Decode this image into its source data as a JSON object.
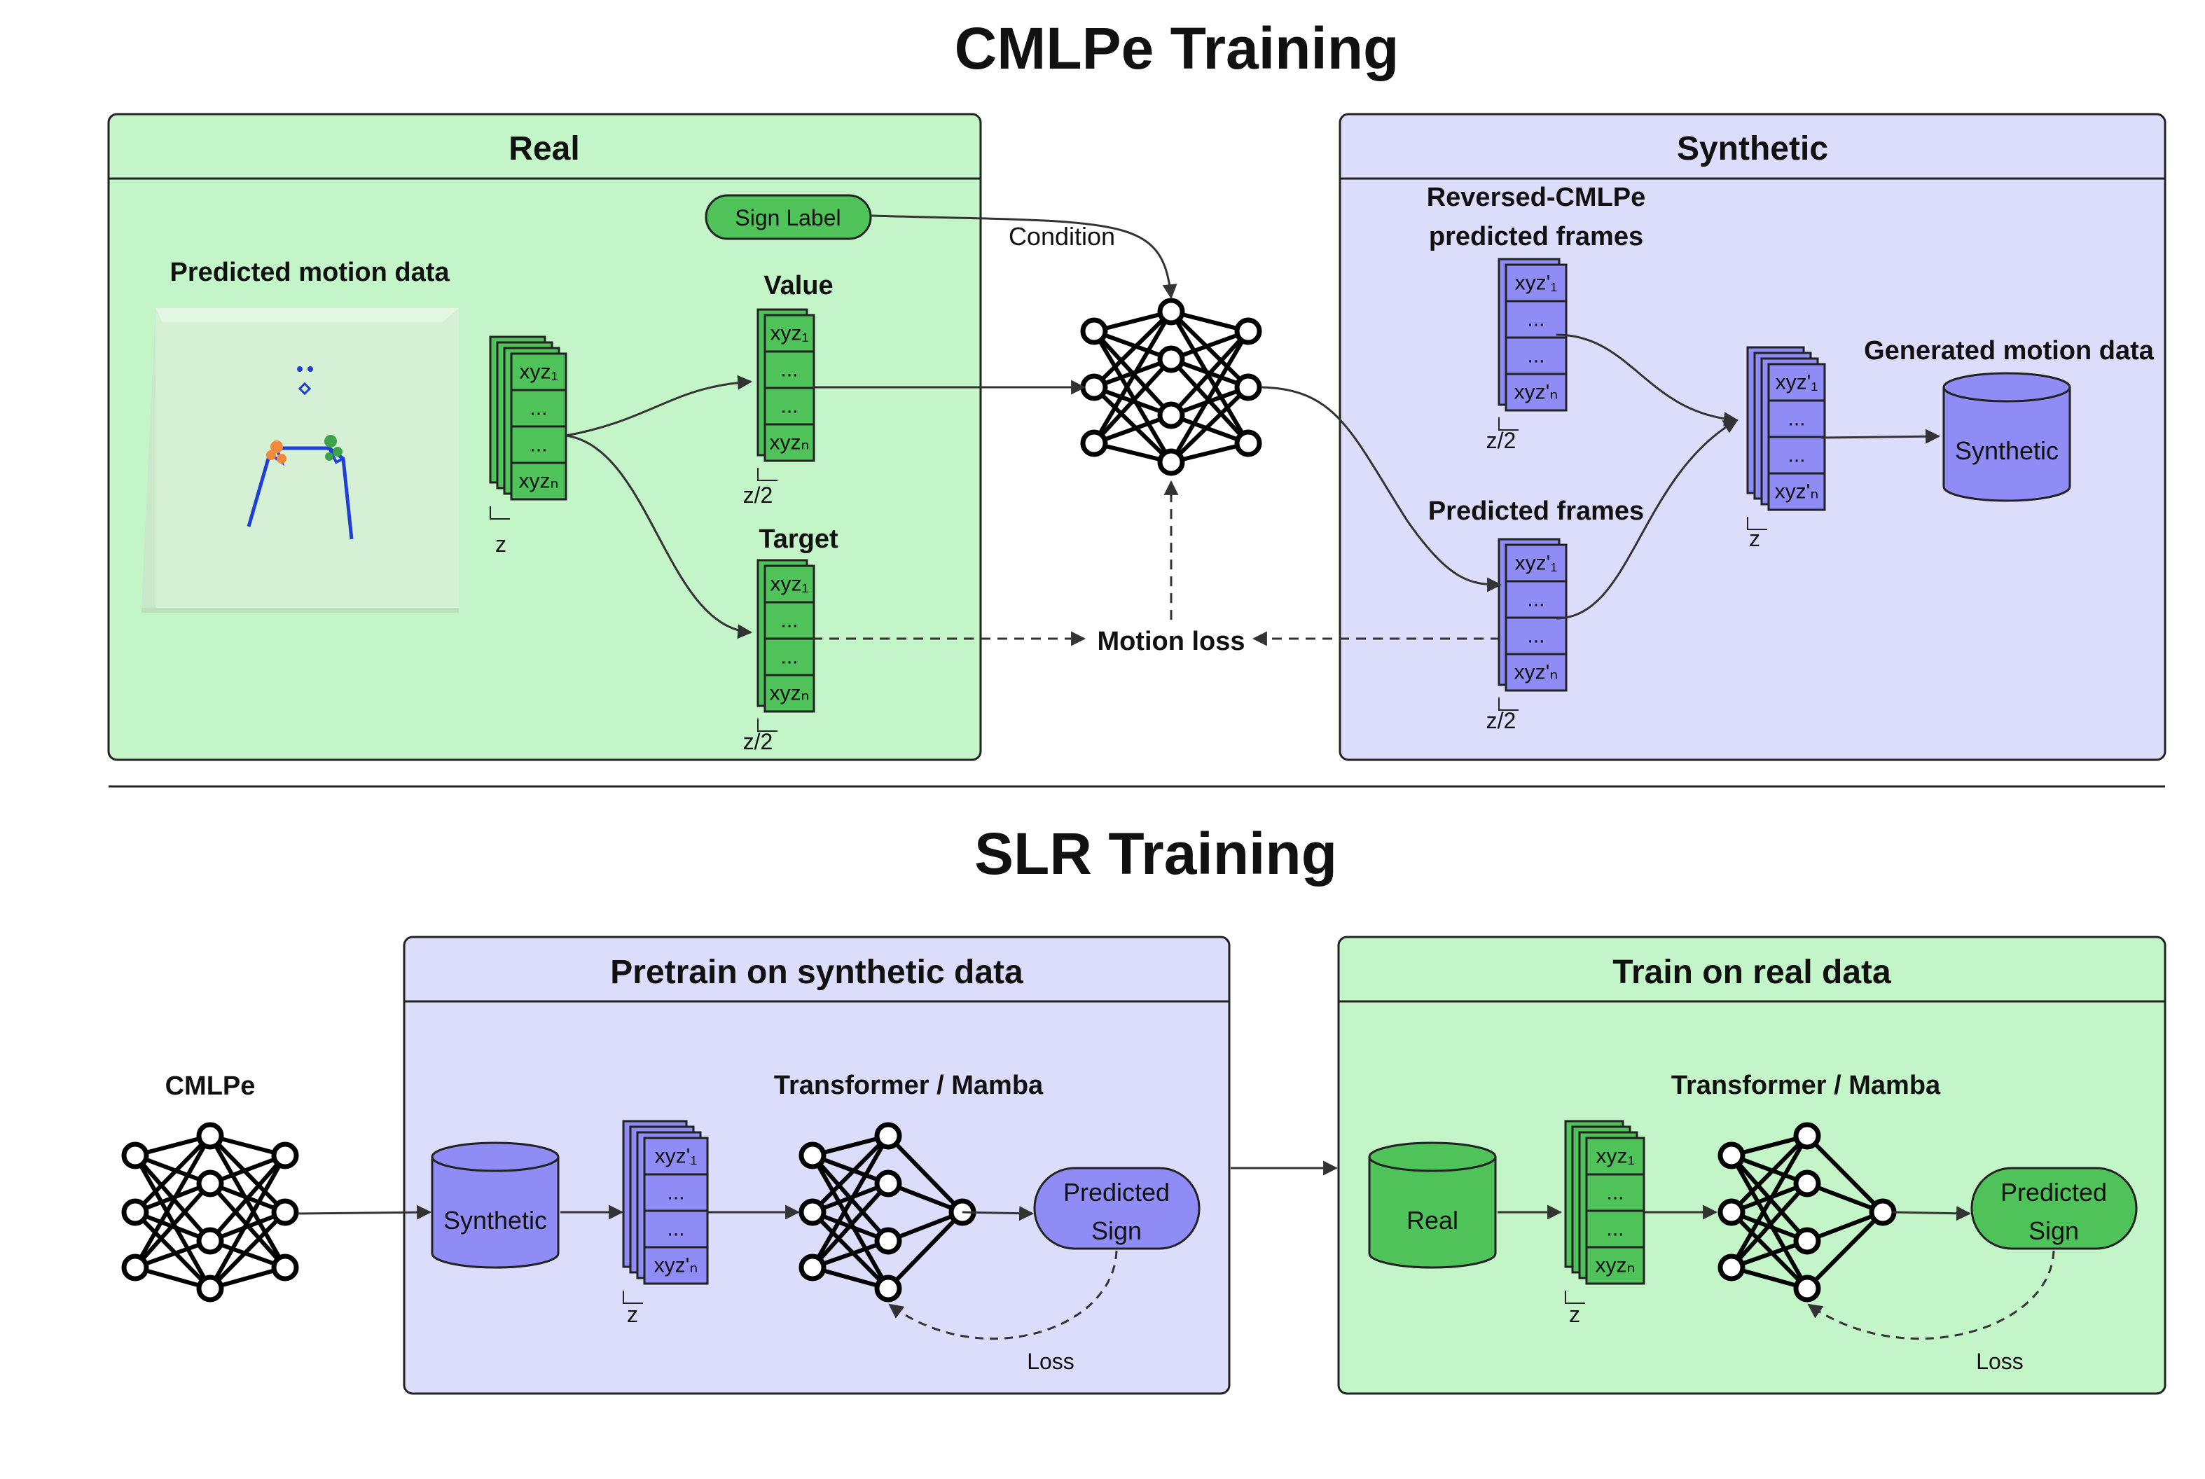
{
  "top": {
    "title": "CMLPe Training",
    "real_panel": {
      "header": "Real",
      "predicted_motion_label": "Predicted motion data",
      "sign_label": "Sign Label",
      "condition": "Condition",
      "value_label": "Value",
      "target_label": "Target",
      "stack_cells": [
        "xyz₁",
        "...",
        "...",
        "xyzₙ"
      ],
      "dim_full": "z",
      "dim_half": "z/2"
    },
    "motion_loss": "Motion loss",
    "synthetic_panel": {
      "header": "Synthetic",
      "reversed_label_line1": "Reversed-CMLPe",
      "reversed_label_line2": "predicted frames",
      "predicted_frames_label": "Predicted frames",
      "generated_label": "Generated motion data",
      "db_label": "Synthetic",
      "stack_cells": [
        "xyz'₁",
        "...",
        "...",
        "xyz'ₙ"
      ],
      "dim_full": "z",
      "dim_half": "z/2"
    }
  },
  "bottom": {
    "title": "SLR Training",
    "cmlpe_label": "CMLPe",
    "pretrain_panel": {
      "header": "Pretrain on synthetic data",
      "db_label": "Synthetic",
      "model_label": "Transformer / Mamba",
      "output_line1": "Predicted",
      "output_line2": "Sign",
      "loss": "Loss",
      "stack_cells": [
        "xyz'₁",
        "...",
        "...",
        "xyz'ₙ"
      ],
      "dim": "z"
    },
    "real_panel": {
      "header": "Train on real data",
      "db_label": "Real",
      "model_label": "Transformer / Mamba",
      "output_line1": "Predicted",
      "output_line2": "Sign",
      "loss": "Loss",
      "stack_cells": [
        "xyz₁",
        "...",
        "...",
        "xyzₙ"
      ],
      "dim": "z"
    }
  },
  "colors": {
    "green_panel": "#c3f5c8",
    "green_fill": "#4fc259",
    "purple_panel": "#dcddfb",
    "purple_fill": "#8f8cf5",
    "skeleton_blue": "#1f3fd6"
  }
}
